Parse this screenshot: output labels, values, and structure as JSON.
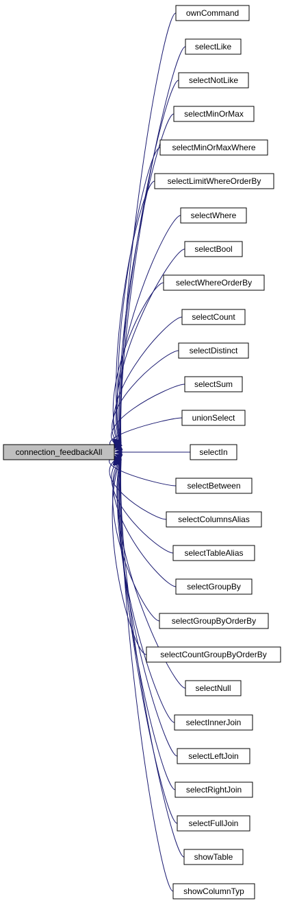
{
  "root": {
    "label": "connection_feedbackAll"
  },
  "callers": [
    {
      "label": "ownCommand"
    },
    {
      "label": "selectLike"
    },
    {
      "label": "selectNotLike"
    },
    {
      "label": "selectMinOrMax"
    },
    {
      "label": "selectMinOrMaxWhere"
    },
    {
      "label": "selectLimitWhereOrderBy"
    },
    {
      "label": "selectWhere"
    },
    {
      "label": "selectBool"
    },
    {
      "label": "selectWhereOrderBy"
    },
    {
      "label": "selectCount"
    },
    {
      "label": "selectDistinct"
    },
    {
      "label": "selectSum"
    },
    {
      "label": "unionSelect"
    },
    {
      "label": "selectIn"
    },
    {
      "label": "selectBetween"
    },
    {
      "label": "selectColumnsAlias"
    },
    {
      "label": "selectTableAlias"
    },
    {
      "label": "selectGroupBy"
    },
    {
      "label": "selectGroupByOrderBy"
    },
    {
      "label": "selectCountGroupByOrderBy"
    },
    {
      "label": "selectNull"
    },
    {
      "label": "selectInnerJoin"
    },
    {
      "label": "selectLeftJoin"
    },
    {
      "label": "selectRightJoin"
    },
    {
      "label": "selectFullJoin"
    },
    {
      "label": "showTable"
    },
    {
      "label": "showColumnTyp"
    }
  ],
  "colors": {
    "edge": "#191970",
    "root_fill": "#bfbfbf",
    "node_fill": "#ffffff"
  }
}
